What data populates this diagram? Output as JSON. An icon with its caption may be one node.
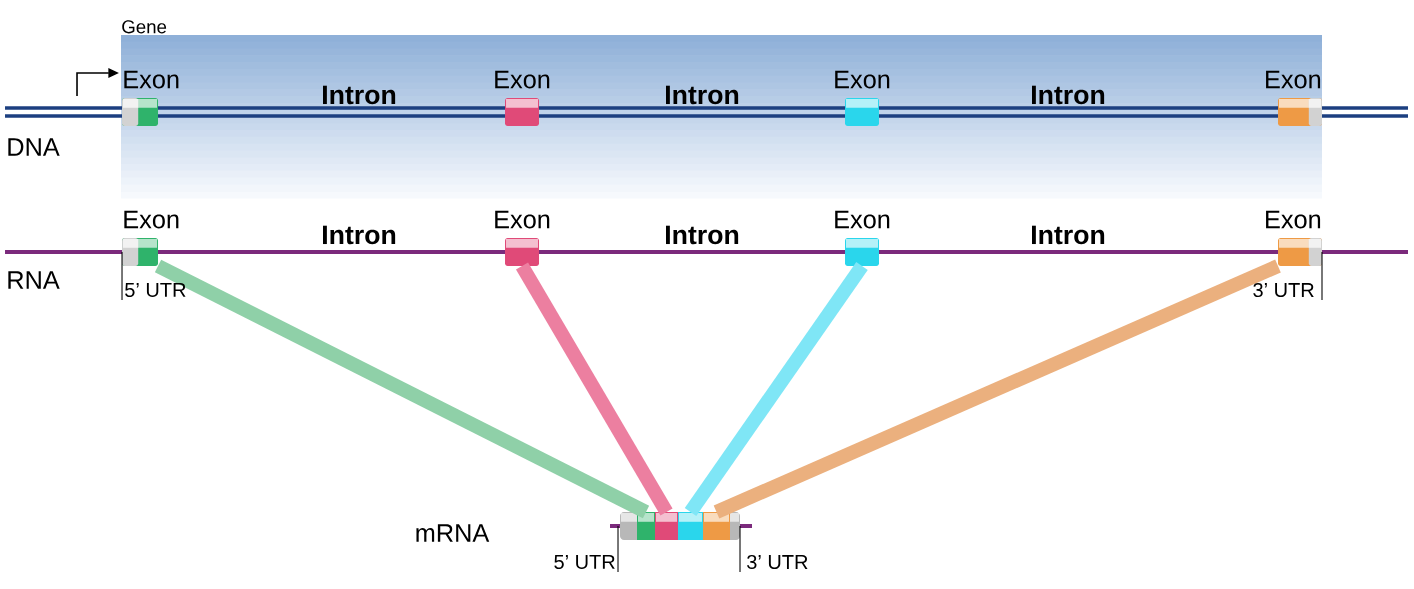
{
  "diagram": {
    "nodes": [
      {
        "text": [
          "Gene"
        ]
      },
      {
        "text": [
          "Exon"
        ],
        "in": 0
      },
      {
        "text": [
          "Exon"
        ],
        "in": 0
      },
      {
        "text": [
          "Exon"
        ],
        "in": 0
      },
      {
        "text": [
          "Exon"
        ],
        "in": 0
      },
      {
        "text": [
          "Exon"
        ]
      },
      {
        "text": [
          "Exon"
        ]
      },
      {
        "text": [
          "Exon"
        ]
      },
      {
        "text": [
          "Exon"
        ]
      },
      {
        "text": [],
        "shape": "cylinder"
      },
      {
        "text": [],
        "shape": "bar",
        "in": 9
      },
      {
        "text": [],
        "shape": "bar",
        "in": 9
      },
      {
        "text": [],
        "shape": "bar",
        "in": 9
      },
      {
        "text": [],
        "shape": "bar",
        "in": 9
      }
    ],
    "edges": [
      {
        "from": 5,
        "to": 10,
        "arrow": "none",
        "color": "#8fd0a8"
      },
      {
        "from": 6,
        "to": 11,
        "arrow": "none",
        "color": "#ec7fa0"
      },
      {
        "from": 7,
        "to": 12,
        "arrow": "none",
        "color": "#7fe6f6"
      },
      {
        "from": 8,
        "to": 13,
        "arrow": "none",
        "color": "#ebb07e"
      }
    ],
    "labels": [
      "Intron",
      "Intron",
      "Intron",
      "DNA",
      "Intron",
      "Intron",
      "Intron",
      "RNA",
      "5’ UTR",
      "3’ UTR",
      "mRNA",
      "5’ UTR",
      "3’ UTR"
    ]
  }
}
